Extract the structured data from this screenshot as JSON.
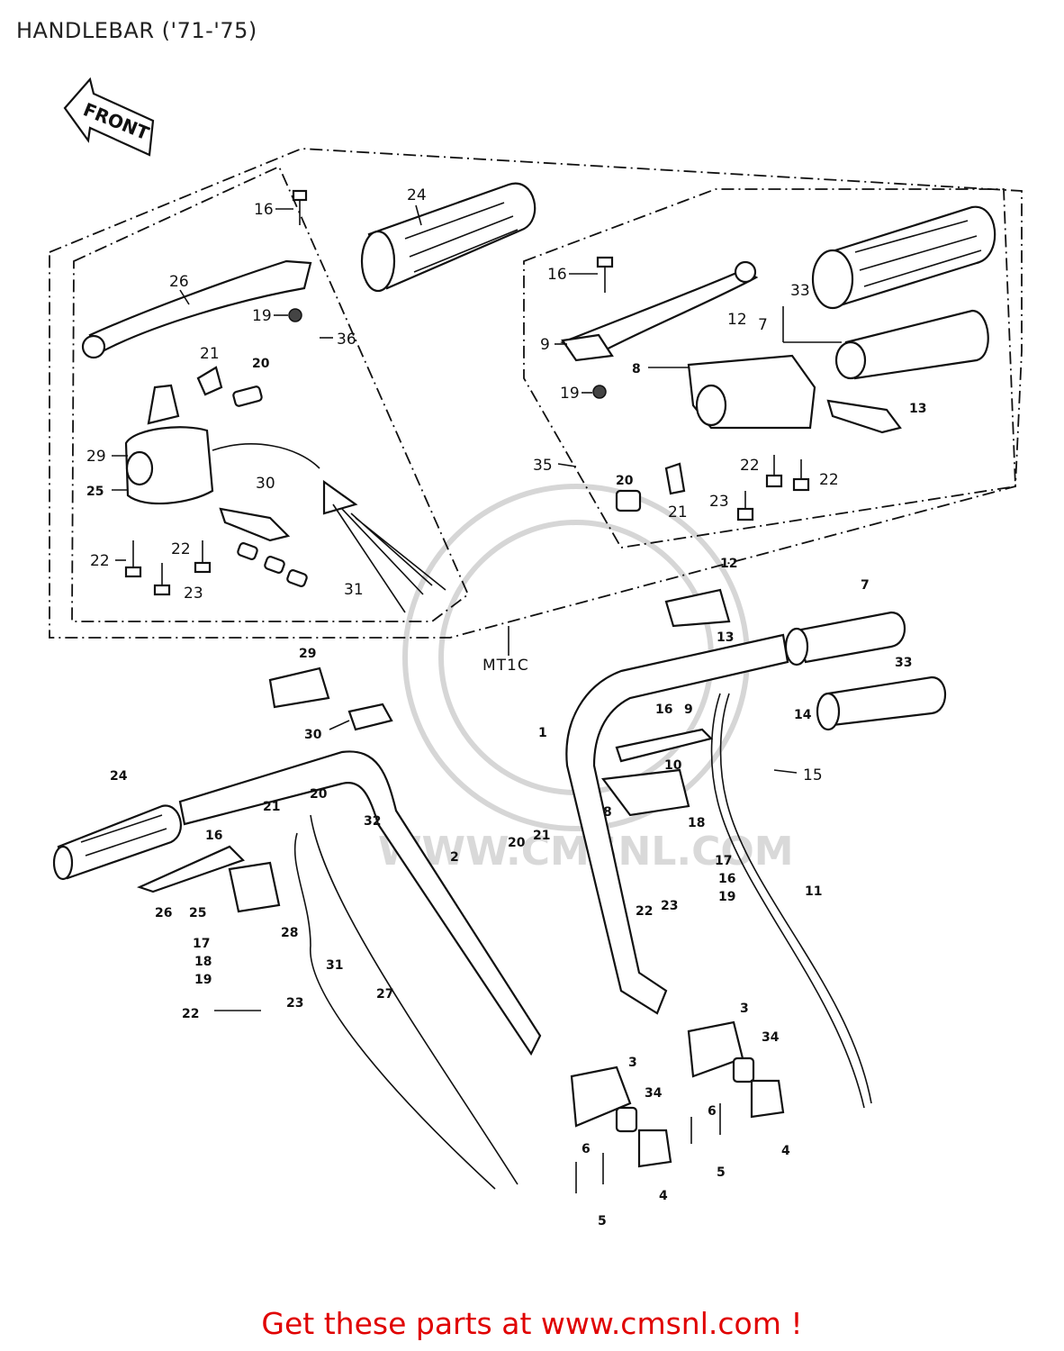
{
  "title": "HANDLEBAR ('71-'75)",
  "front_label": "FRONT",
  "model_code": "MT1C",
  "watermark": "WWW.CMSNL.COM",
  "footer": "Get these parts at www.cmsnl.com !",
  "callouts": {
    "c1": "16",
    "c2": "26",
    "c3": "19",
    "c4": "36",
    "c5": "21",
    "c6": "20",
    "c7": "29",
    "c8": "25",
    "c9": "30",
    "c10": "22",
    "c11": "22",
    "c12": "23",
    "c13": "31",
    "c14": "24",
    "c15": "16",
    "c16": "33",
    "c17": "7",
    "c18": "9",
    "c19": "12",
    "c20": "8",
    "c21": "19",
    "c22": "13",
    "c23": "35",
    "c24": "20",
    "c25": "21",
    "c26": "22",
    "c27": "23",
    "c28": "22",
    "c29": "12",
    "c30": "7",
    "c31": "13",
    "c32": "29",
    "c33": "30",
    "c34": "33",
    "c35": "1",
    "c36": "16",
    "c37": "9",
    "c38": "14",
    "c39": "10",
    "c40": "15",
    "c41": "24",
    "c42": "21",
    "c43": "20",
    "c44": "32",
    "c45": "8",
    "c46": "18",
    "c47": "16",
    "c48": "2",
    "c49": "20",
    "c50": "21",
    "c51": "17",
    "c52": "26",
    "c53": "25",
    "c54": "17",
    "c55": "18",
    "c56": "28",
    "c57": "19",
    "c58": "31",
    "c59": "23",
    "c60": "22",
    "c61": "27",
    "c62": "16",
    "c63": "22",
    "c64": "23",
    "c65": "19",
    "c66": "11",
    "c67": "3",
    "c68": "34",
    "c69": "3",
    "c70": "34",
    "c71": "6",
    "c72": "5",
    "c73": "4",
    "c74": "6",
    "c75": "5",
    "c76": "4"
  }
}
